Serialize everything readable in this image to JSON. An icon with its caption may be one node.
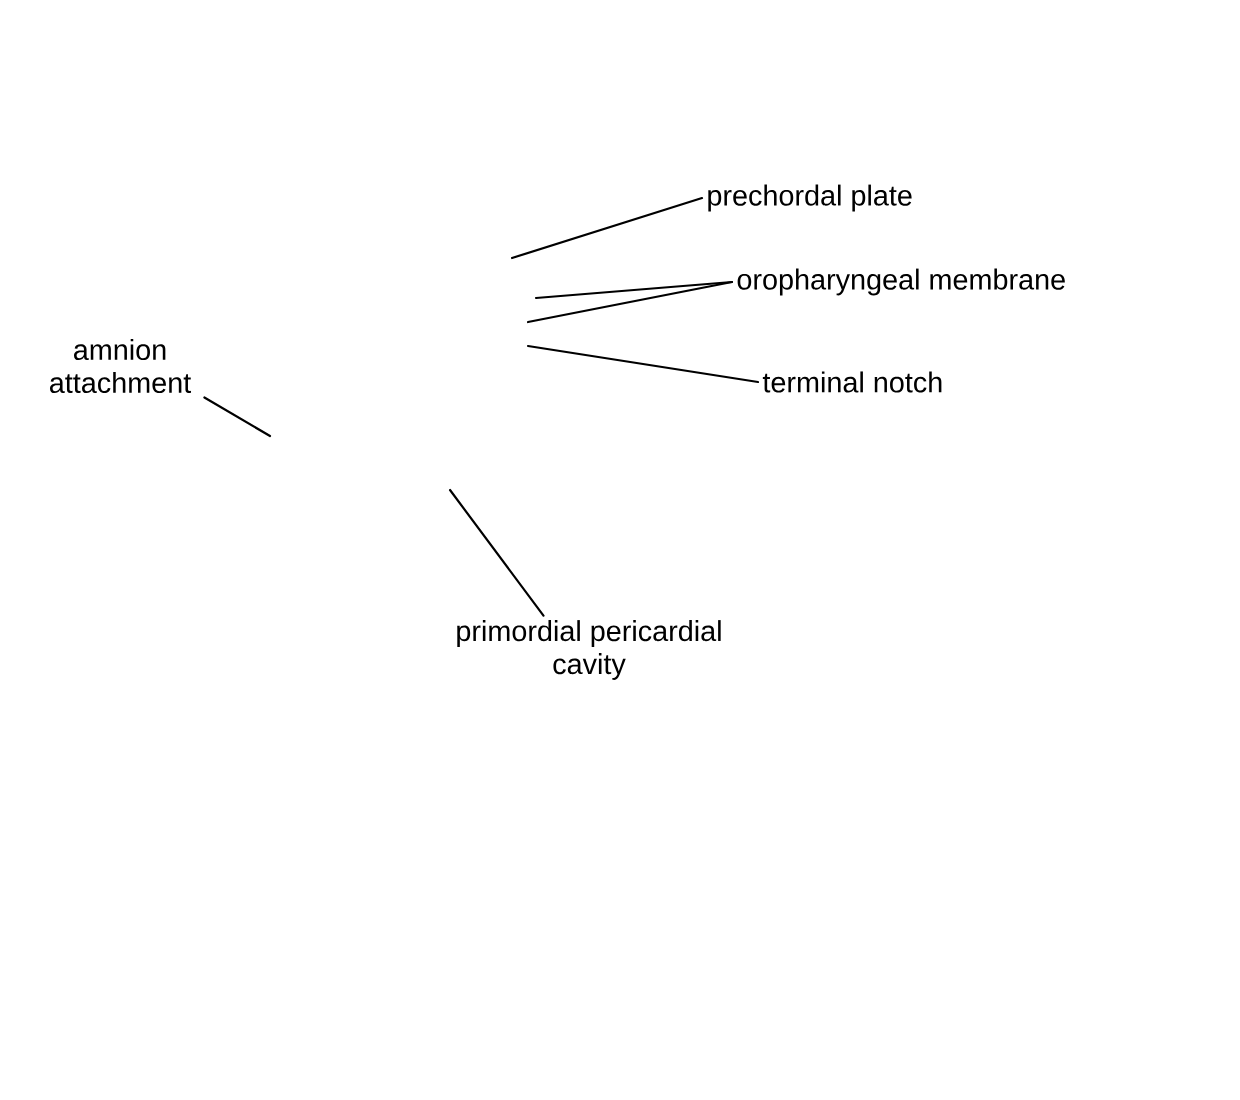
{
  "diagram": {
    "nodes": [
      {
        "text": [
          "prechordal plate"
        ]
      },
      {
        "text": [
          "oropharyngeal membrane"
        ]
      },
      {
        "text": [
          "amnion attachment"
        ]
      },
      {
        "text": [
          "terminal notch"
        ]
      },
      {
        "text": [
          "primordial pericardial cavity"
        ]
      }
    ],
    "edges": [
      {
        "from": 0,
        "to": null,
        "arrow": "none"
      },
      {
        "from": 1,
        "to": null,
        "arrow": "none"
      },
      {
        "from": 1,
        "to": null,
        "arrow": "none"
      },
      {
        "from": 2,
        "to": null,
        "arrow": "none"
      },
      {
        "from": 3,
        "to": null,
        "arrow": "none"
      },
      {
        "from": 4,
        "to": null,
        "arrow": "none"
      }
    ]
  }
}
